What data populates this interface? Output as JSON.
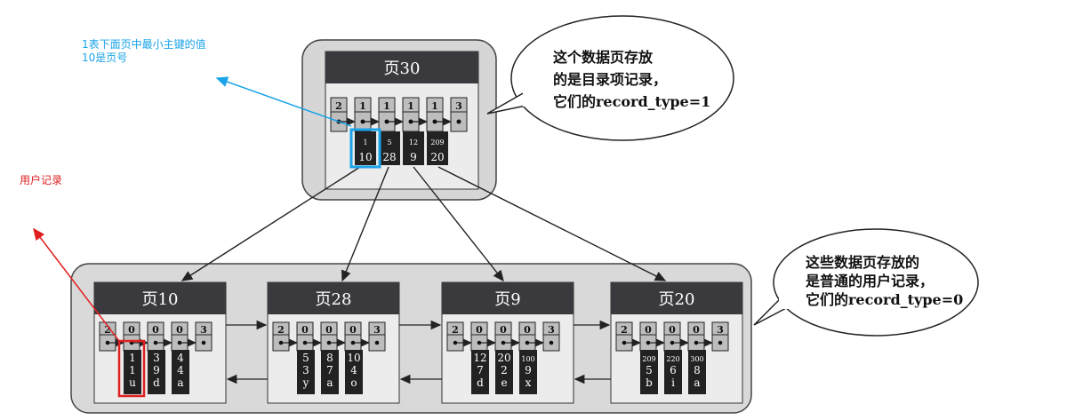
{
  "colors": {
    "annotation_blue": "#1aa3e8",
    "annotation_red": "#e02020",
    "header_dark": "#3a3a3e",
    "record_dark": "#222222"
  },
  "annotations": {
    "blue_line1": "1表下面页中最小主键的值",
    "blue_line2": "10是页号",
    "red_label": "用户记录"
  },
  "bubbles": {
    "top_lines": [
      "这个数据页存放",
      "的是目录项记录，",
      "它们的record_type=1"
    ],
    "bottom_lines": [
      "这些数据页存放的",
      "是普通的用户记录，",
      "它们的record_type=0"
    ]
  },
  "root_page": {
    "title": "页30",
    "headers": [
      "2",
      "1",
      "1",
      "1",
      "1",
      "3"
    ],
    "records": [
      {
        "key": "1",
        "page": "10"
      },
      {
        "key": "5",
        "page": "28"
      },
      {
        "key": "12",
        "page": "9"
      },
      {
        "key": "209",
        "page": "20"
      }
    ]
  },
  "leaf_pages": [
    {
      "title": "页10",
      "headers": [
        "2",
        "0",
        "0",
        "0",
        "3"
      ],
      "records": [
        [
          "1",
          "1",
          "u"
        ],
        [
          "3",
          "9",
          "d"
        ],
        [
          "4",
          "4",
          "a"
        ]
      ]
    },
    {
      "title": "页28",
      "headers": [
        "2",
        "0",
        "0",
        "0",
        "3"
      ],
      "records": [
        [
          "5",
          "3",
          "y"
        ],
        [
          "8",
          "7",
          "a"
        ],
        [
          "10",
          "4",
          "o"
        ]
      ]
    },
    {
      "title": "页9",
      "headers": [
        "2",
        "0",
        "0",
        "0",
        "3"
      ],
      "records": [
        [
          "12",
          "7",
          "d"
        ],
        [
          "20",
          "2",
          "e"
        ],
        [
          "100",
          "9",
          "x"
        ]
      ]
    },
    {
      "title": "页20",
      "headers": [
        "2",
        "0",
        "0",
        "0",
        "3"
      ],
      "records": [
        [
          "209",
          "5",
          "b"
        ],
        [
          "220",
          "6",
          "i"
        ],
        [
          "300",
          "8",
          "a"
        ]
      ]
    }
  ]
}
